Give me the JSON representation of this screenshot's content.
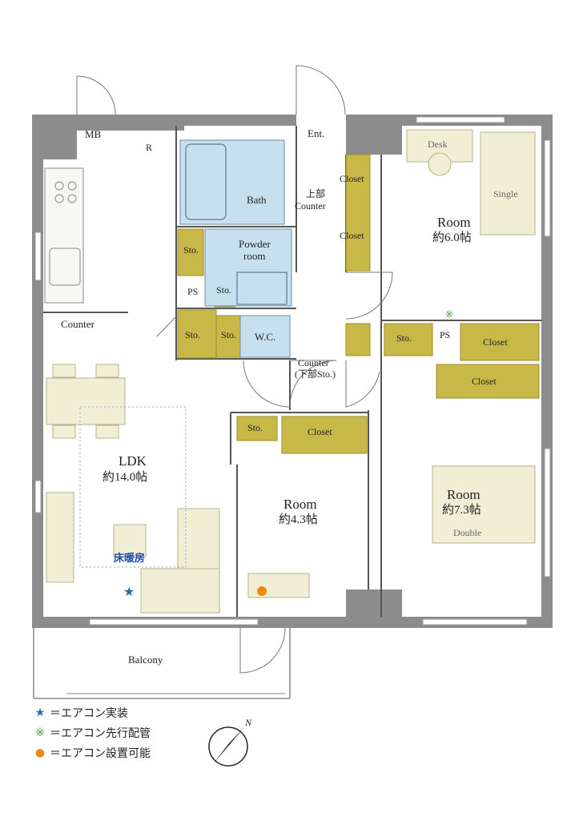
{
  "colors": {
    "wall": "#8c8c8c",
    "storage": "#c8b848",
    "wet_area": "#c6e0f0",
    "furniture": "#f0efd6",
    "star": "#1a6fb5",
    "pipe_mark": "#3ea23e",
    "dot": "#ec8a12"
  },
  "rooms": {
    "mb": "MB",
    "r": "R",
    "ent": "Ent.",
    "bath": "Bath",
    "upper_counter_1": "上部",
    "upper_counter_2": "Counter",
    "closet_1": "Closet",
    "closet_2": "Closet",
    "powder_1": "Powder",
    "powder_2": "room",
    "sto_powder": "Sto.",
    "ps_1": "PS",
    "sto_small": "Sto.",
    "sto_left": "Sto.",
    "sto_wc": "Sto.",
    "wc": "W.C.",
    "counter_lower_1": "Counter",
    "counter_lower_2": "(下部Sto.)",
    "kitchen_counter": "Counter",
    "ldk_name": "LDK",
    "ldk_size": "約14.0帖",
    "floor_heating": "床暖房",
    "room43_name": "Room",
    "room43_size": "約4.3帖",
    "sto_room43": "Sto.",
    "closet_room43": "Closet",
    "room60_name": "Room",
    "room60_size": "約6.0帖",
    "desk": "Desk",
    "single": "Single",
    "sto_right": "Sto.",
    "ps_2": "PS",
    "closet_r1": "Closet",
    "closet_r2": "Closet",
    "room73_name": "Room",
    "room73_size": "約7.3帖",
    "double": "Double",
    "balcony": "Balcony",
    "north": "N"
  },
  "legend": [
    {
      "icon": "star-icon",
      "text": "＝エアコン実装"
    },
    {
      "icon": "pipe-mark-icon",
      "text": "＝エアコン先行配管"
    },
    {
      "icon": "dot-icon",
      "text": "＝エアコン設置可能"
    }
  ]
}
